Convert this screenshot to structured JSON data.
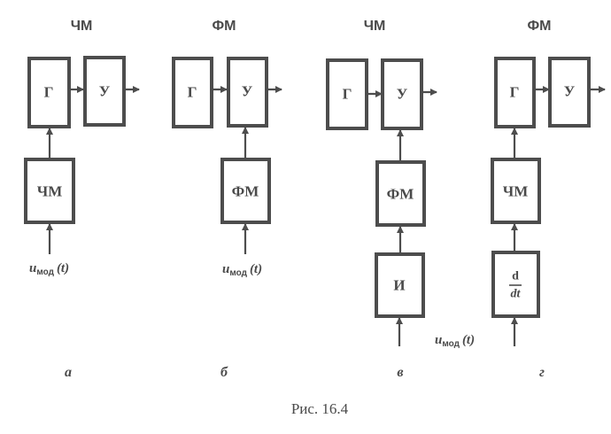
{
  "figure": {
    "caption": "Рис. 16.4",
    "diagrams": [
      {
        "id": "a",
        "title": "ЧМ",
        "sublabel": "а",
        "blocks": [
          "Г",
          "У",
          "ЧМ"
        ],
        "input_signal": {
          "main": "u",
          "subscript": "мод",
          "arg": "(t)"
        }
      },
      {
        "id": "b",
        "title": "ФМ",
        "sublabel": "б",
        "blocks": [
          "Г",
          "У",
          "ФМ"
        ],
        "input_signal": {
          "main": "u",
          "subscript": "мод",
          "arg": "(t)"
        }
      },
      {
        "id": "v",
        "title": "ЧМ",
        "sublabel": "в",
        "blocks": [
          "Г",
          "У",
          "ФМ",
          "И"
        ],
        "input_signal": {
          "main": "u",
          "subscript": "мод",
          "arg": "(t)"
        }
      },
      {
        "id": "g",
        "title": "ФМ",
        "sublabel": "г",
        "blocks": [
          "Г",
          "У",
          "ЧМ"
        ],
        "derivative": {
          "num": "d",
          "den": "dt"
        }
      }
    ]
  }
}
